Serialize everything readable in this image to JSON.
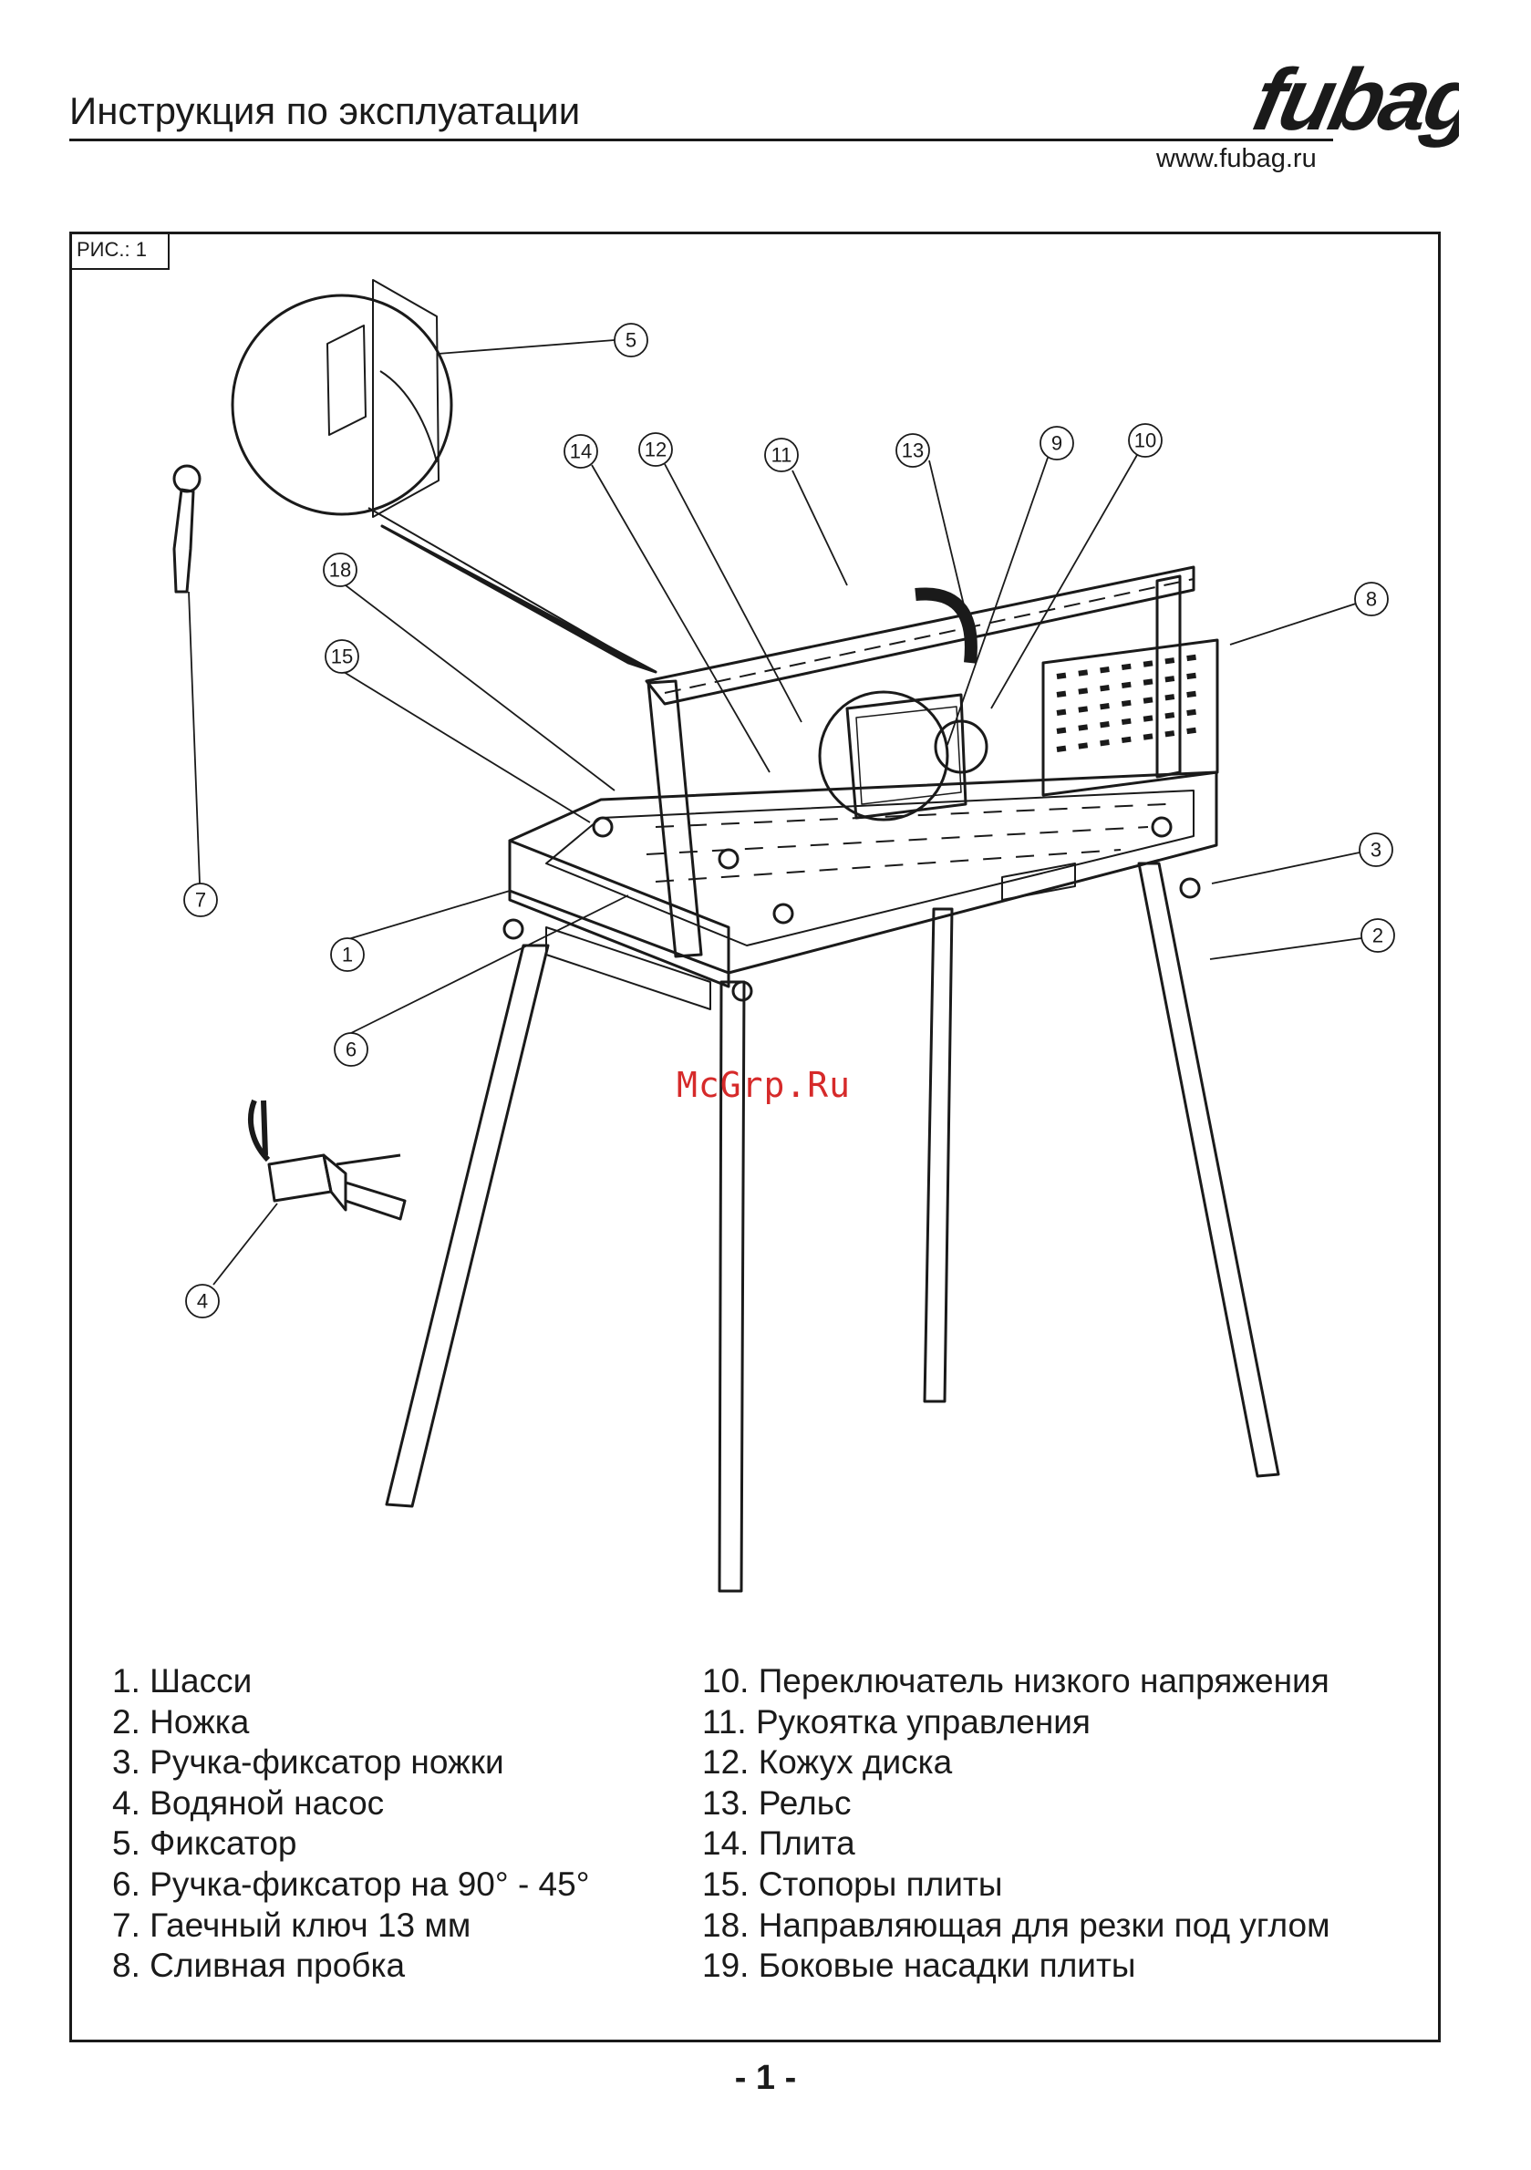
{
  "header": {
    "title": "Инструкция по эксплуатации",
    "brand": "fubag",
    "url": "www.fubag.ru"
  },
  "figure": {
    "label": "РИС.: 1",
    "callouts": [
      "5",
      "14",
      "12",
      "11",
      "13",
      "9",
      "10",
      "18",
      "15",
      "8",
      "3",
      "2",
      "1",
      "7",
      "6",
      "4"
    ],
    "watermark": "McGrp.Ru"
  },
  "legend": {
    "left": [
      "1. Шасси",
      "2. Ножка",
      "3. Ручка-фиксатор ножки",
      "4. Водяной насос",
      "5. Фиксатор",
      "6. Ручка-фиксатор на 90° - 45°",
      "7. Гаечный ключ 13 мм",
      "8. Сливная пробка"
    ],
    "right": [
      "10. Переключатель низкого напряжения",
      "11. Рукоятка управления",
      "12. Кожух диска",
      "13. Рельс",
      "14. Плита",
      "15. Стопоры плиты",
      "18. Направляющая для резки под углом",
      "19. Боковые насадки плиты"
    ]
  },
  "footer": {
    "page": "- 1 -"
  }
}
